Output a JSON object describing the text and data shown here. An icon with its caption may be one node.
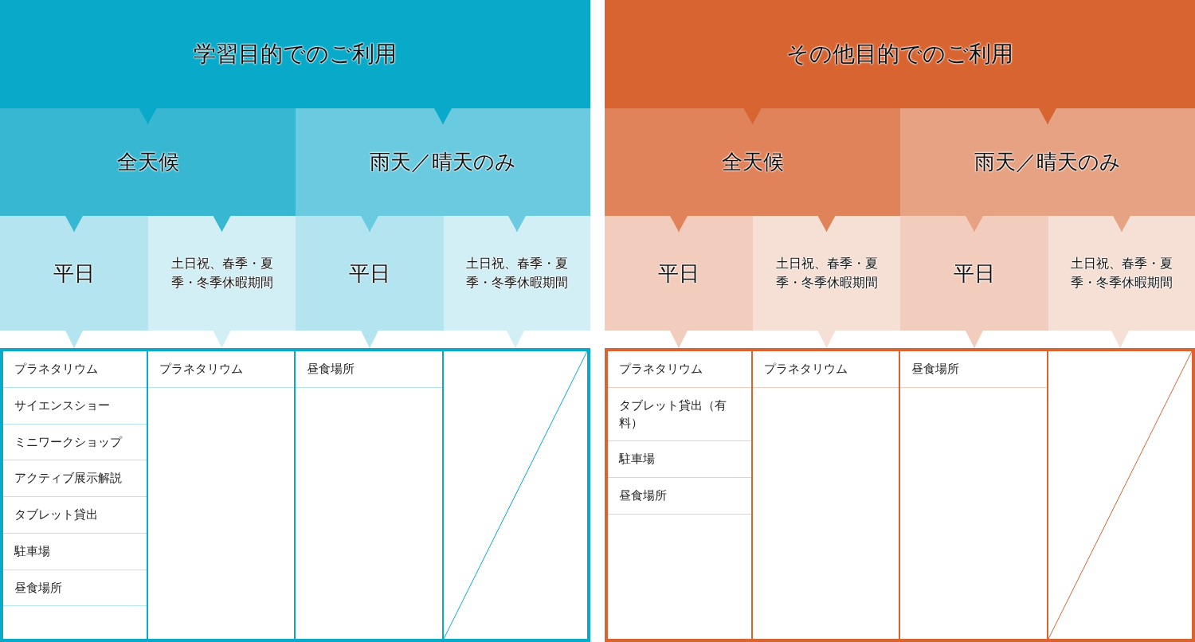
{
  "diagram": {
    "nodes": [
      {
        "text": [
          "学習目的でのご利用"
        ]
      },
      {
        "text": [
          "全天候"
        ]
      },
      {
        "text": [
          "雨天／晴天のみ"
        ]
      },
      {
        "text": [
          "平日"
        ]
      },
      {
        "text": [
          "土日祝、春季・夏季・冬季休暇期間"
        ]
      },
      {
        "text": [
          "平日"
        ]
      },
      {
        "text": [
          "土日祝、春季・夏季・冬季休暇期間"
        ]
      },
      {
        "text": [
          "その他目的でのご利用"
        ]
      },
      {
        "text": [
          "全天候"
        ]
      },
      {
        "text": [
          "雨天／晴天のみ"
        ]
      },
      {
        "text": [
          "平日"
        ]
      },
      {
        "text": [
          "土日祝、春季・夏季・冬季休暇期間"
        ]
      },
      {
        "text": [
          "平日"
        ]
      },
      {
        "text": [
          "土日祝、春季・夏季・冬季休暇期間"
        ]
      },
      {
        "text": [
          "プラネタリウム",
          "サイエンスショー",
          "ミニワークショップ",
          "アクティブ展示解説",
          "タブレット貸出",
          "駐車場",
          "昼食場所"
        ]
      },
      {
        "text": [
          "プラネタリウム"
        ]
      },
      {
        "text": [
          "昼食場所"
        ]
      },
      {
        "text": [],
        "shape": "box"
      },
      {
        "text": [
          "プラネタリウム",
          "タブレット貸出（有料）",
          "駐車場",
          "昼食場所"
        ]
      },
      {
        "text": [
          "プラネタリウム"
        ]
      },
      {
        "text": [
          "昼食場所"
        ]
      },
      {
        "text": [],
        "shape": "box"
      }
    ],
    "edges": [
      {
        "from": 0,
        "to": 1,
        "arrow": "to",
        "color": "#08a9c9"
      },
      {
        "from": 0,
        "to": 2,
        "arrow": "to",
        "color": "#08a9c9"
      },
      {
        "from": 1,
        "to": 3,
        "arrow": "to",
        "color": "#38b7d2"
      },
      {
        "from": 1,
        "to": 4,
        "arrow": "to",
        "color": "#38b7d2"
      },
      {
        "from": 2,
        "to": 5,
        "arrow": "to",
        "color": "#6acadf"
      },
      {
        "from": 2,
        "to": 6,
        "arrow": "to",
        "color": "#6acadf"
      },
      {
        "from": 3,
        "to": 14,
        "arrow": "to",
        "color": "#b3e4ef"
      },
      {
        "from": 4,
        "to": 15,
        "arrow": "to",
        "color": "#d2eff5"
      },
      {
        "from": 5,
        "to": 16,
        "arrow": "to",
        "color": "#b3e4ef"
      },
      {
        "from": 6,
        "to": 17,
        "arrow": "to",
        "color": "#d2eff5"
      },
      {
        "from": 7,
        "to": 8,
        "arrow": "to",
        "color": "#d86431"
      },
      {
        "from": 7,
        "to": 9,
        "arrow": "to",
        "color": "#d86431"
      },
      {
        "from": 8,
        "to": 10,
        "arrow": "to",
        "color": "#e0825a"
      },
      {
        "from": 8,
        "to": 11,
        "arrow": "to",
        "color": "#e0825a"
      },
      {
        "from": 9,
        "to": 12,
        "arrow": "to",
        "color": "#e6a283"
      },
      {
        "from": 9,
        "to": 13,
        "arrow": "to",
        "color": "#e6a283"
      },
      {
        "from": 10,
        "to": 18,
        "arrow": "to",
        "color": "#f2cdbd"
      },
      {
        "from": 11,
        "to": 19,
        "arrow": "to",
        "color": "#f6e0d5"
      },
      {
        "from": 12,
        "to": 20,
        "arrow": "to",
        "color": "#f2cdbd"
      },
      {
        "from": 13,
        "to": 21,
        "arrow": "to",
        "color": "#f6e0d5"
      }
    ]
  }
}
